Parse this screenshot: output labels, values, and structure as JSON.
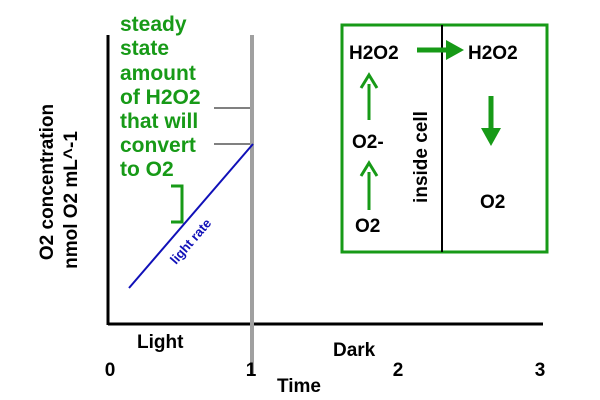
{
  "axes": {
    "ylabel_line1": "O2 concentration",
    "ylabel_line2": "nmol O2 mL^-1",
    "xlabel": "Time",
    "ticks": [
      "0",
      "1",
      "2",
      "3"
    ],
    "region_light": "Light",
    "region_dark": "Dark"
  },
  "annotation": {
    "lines": [
      "steady",
      "state",
      "amount",
      "of H2O2",
      "that will",
      "convert",
      "to O2"
    ]
  },
  "rate_label": "light rate",
  "cell_box": {
    "inside_label": "inside cell",
    "left_top": "H2O2",
    "left_mid": "O2-",
    "left_bottom": "O2",
    "right_top": "H2O2",
    "right_bottom": "O2"
  },
  "colors": {
    "green": "#179a17",
    "blue": "#1010b8",
    "gray": "#a0a0a0",
    "black": "#000000"
  }
}
